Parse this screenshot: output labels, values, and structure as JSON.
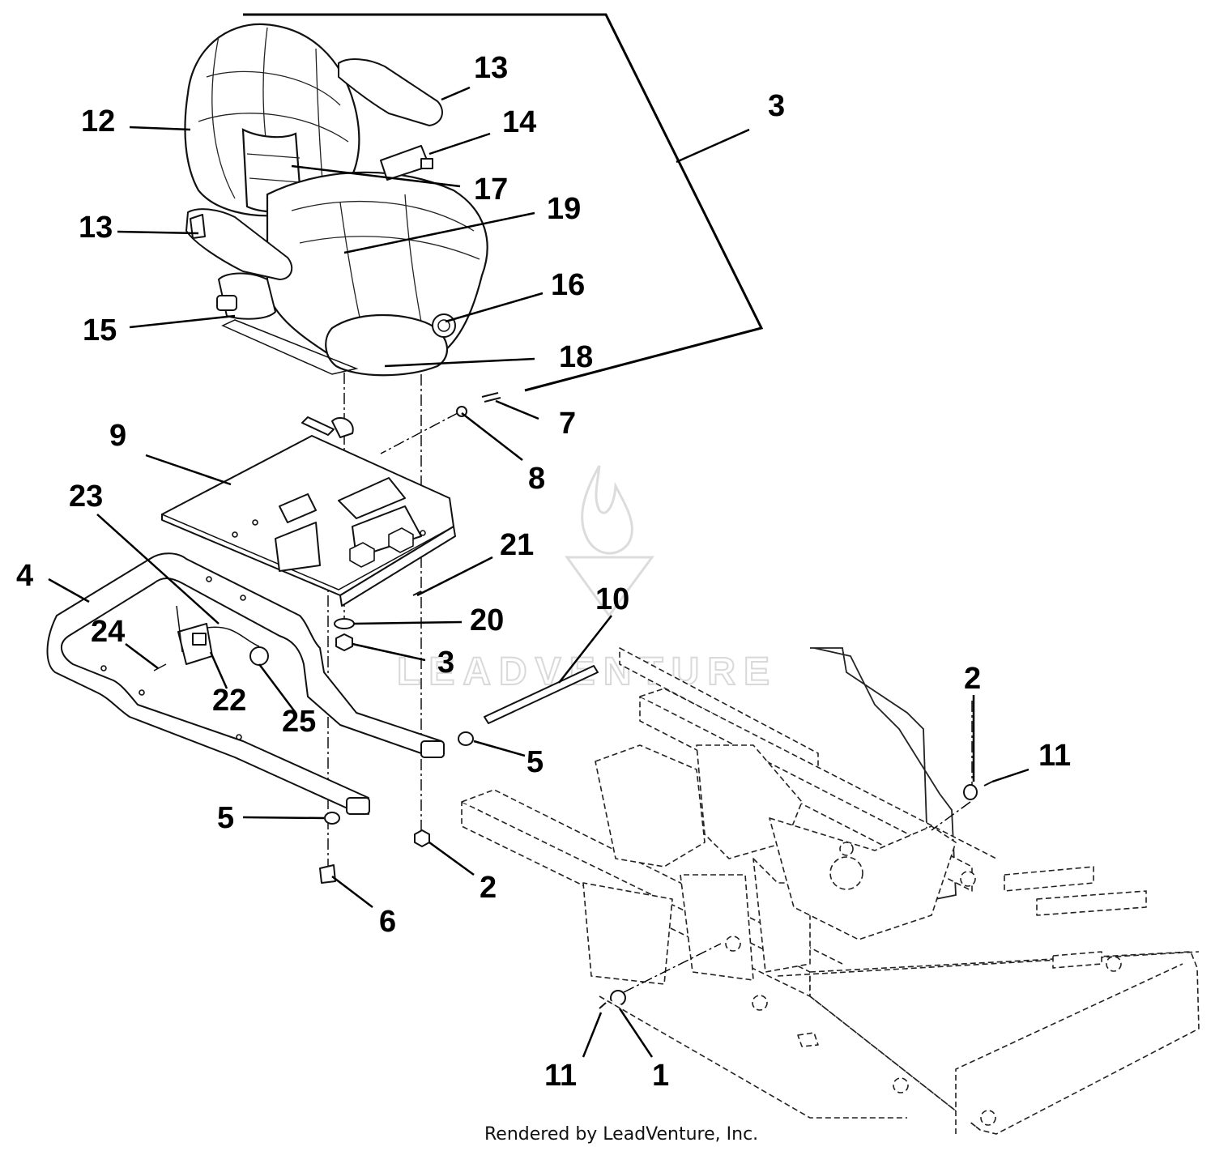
{
  "footer": {
    "credit": "Rendered by LeadVenture, Inc."
  },
  "watermark": {
    "text": "LEADVENTURE"
  },
  "callouts": [
    {
      "id": "1",
      "label": "1"
    },
    {
      "id": "2a",
      "label": "2"
    },
    {
      "id": "2b",
      "label": "2"
    },
    {
      "id": "3a",
      "label": "3"
    },
    {
      "id": "3b",
      "label": "3"
    },
    {
      "id": "4",
      "label": "4"
    },
    {
      "id": "5a",
      "label": "5"
    },
    {
      "id": "5b",
      "label": "5"
    },
    {
      "id": "6",
      "label": "6"
    },
    {
      "id": "7",
      "label": "7"
    },
    {
      "id": "8",
      "label": "8"
    },
    {
      "id": "9",
      "label": "9"
    },
    {
      "id": "10",
      "label": "10"
    },
    {
      "id": "11a",
      "label": "11"
    },
    {
      "id": "11b",
      "label": "11"
    },
    {
      "id": "12",
      "label": "12"
    },
    {
      "id": "13a",
      "label": "13"
    },
    {
      "id": "13b",
      "label": "13"
    },
    {
      "id": "14",
      "label": "14"
    },
    {
      "id": "15",
      "label": "15"
    },
    {
      "id": "16",
      "label": "16"
    },
    {
      "id": "17",
      "label": "17"
    },
    {
      "id": "18",
      "label": "18"
    },
    {
      "id": "19",
      "label": "19"
    },
    {
      "id": "20",
      "label": "20"
    },
    {
      "id": "21",
      "label": "21"
    },
    {
      "id": "22",
      "label": "22"
    },
    {
      "id": "23",
      "label": "23"
    },
    {
      "id": "24",
      "label": "24"
    },
    {
      "id": "25",
      "label": "25"
    }
  ]
}
